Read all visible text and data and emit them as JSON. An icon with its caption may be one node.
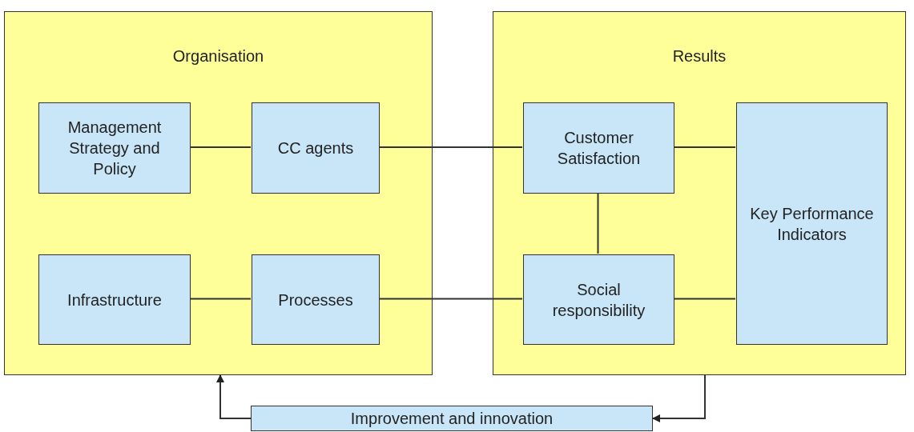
{
  "diagram": {
    "nodes": [
      {
        "text": [
          "Organisation"
        ]
      },
      {
        "text": [
          "Management Strategy and Policy"
        ],
        "in": 0
      },
      {
        "text": [
          "CC agents"
        ],
        "in": 0
      },
      {
        "text": [
          "Infrastructure"
        ],
        "in": 0
      },
      {
        "text": [
          "Processes"
        ],
        "in": 0
      },
      {
        "text": [
          "Results"
        ]
      },
      {
        "text": [
          "Customer Satisfaction"
        ],
        "in": 5
      },
      {
        "text": [
          "Social responsibility"
        ],
        "in": 5
      },
      {
        "text": [
          "Key Performance Indicators"
        ],
        "in": 5
      },
      {
        "text": [
          "Improvement and innovation"
        ]
      }
    ],
    "edges": [
      {
        "from": 1,
        "to": 2,
        "arrow": "none"
      },
      {
        "from": 3,
        "to": 4,
        "arrow": "none"
      },
      {
        "from": 2,
        "to": 6,
        "arrow": "none"
      },
      {
        "from": 4,
        "to": 7,
        "arrow": "none"
      },
      {
        "from": 6,
        "to": 7,
        "arrow": "none"
      },
      {
        "from": 6,
        "to": 8,
        "arrow": "none"
      },
      {
        "from": 7,
        "to": 8,
        "arrow": "none"
      },
      {
        "from": 9,
        "to": 0,
        "arrow": "to"
      },
      {
        "from": 5,
        "to": 9,
        "arrow": "to"
      }
    ]
  }
}
